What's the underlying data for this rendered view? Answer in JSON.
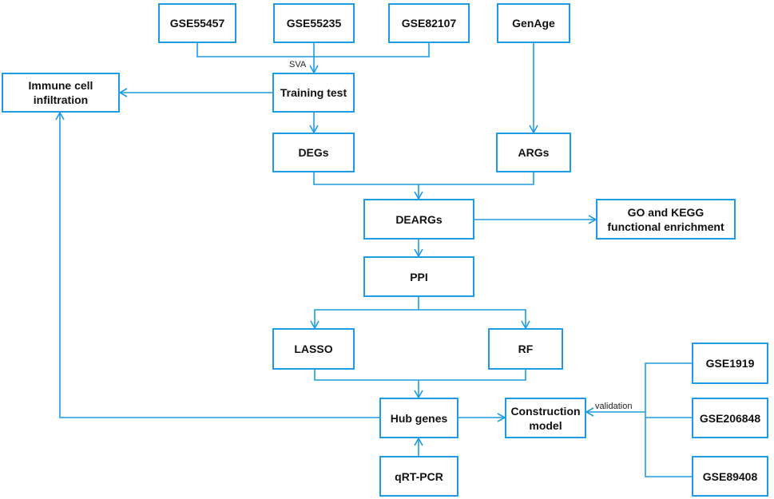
{
  "diagram": {
    "accent_color": "#1e9be2",
    "nodes": {
      "gse55457": "GSE55457",
      "gse55235": "GSE55235",
      "gse82107": "GSE82107",
      "genage": "GenAge",
      "immune": "Immune cell\ninfiltration",
      "training": "Training test",
      "degs": "DEGs",
      "args": "ARGs",
      "deargs": "DEARGs",
      "go_kegg": "GO and KEGG\nfunctional enrichment",
      "ppi": "PPI",
      "lasso": "LASSO",
      "rf": "RF",
      "hub": "Hub genes",
      "construction": "Construction\nmodel",
      "qrtpcr": "qRT-PCR",
      "gse1919": "GSE1919",
      "gse206848": "GSE206848",
      "gse89408": "GSE89408"
    },
    "edge_labels": {
      "sva": "SVA",
      "validation": "validation"
    }
  }
}
